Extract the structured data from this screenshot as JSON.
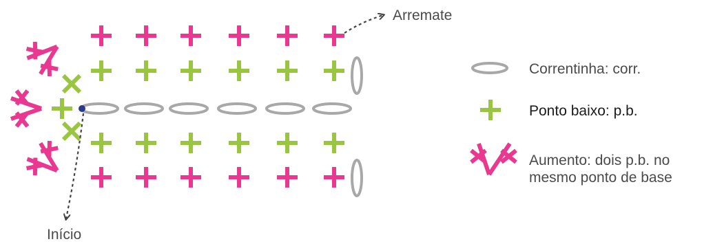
{
  "labels": {
    "finish": "Arremate",
    "start": "Início"
  },
  "legend": {
    "chain": "Correntinha: corr.",
    "single_crochet": "Ponto baixo: p.b.",
    "increase_line1": "Aumento: dois p.b. no",
    "increase_line2": "mesmo ponto de base"
  },
  "colors": {
    "pink": "#e8388f",
    "green": "#9ac540",
    "chain_gray": "#a8a8a8",
    "arrow": "#444444",
    "start_dot": "#2d3a8c"
  },
  "icons": {
    "single_crochet": "plus-stitch-icon",
    "chain": "oval-chain-icon",
    "increase": "v-increase-icon"
  },
  "stitch_rows": [
    {
      "name": "row-top-outer",
      "stitch": "single_crochet",
      "color": "pink",
      "count": 6
    },
    {
      "name": "row-top-inner",
      "stitch": "single_crochet",
      "color": "green",
      "count": 6
    },
    {
      "name": "row-foundation-chain",
      "stitch": "chain",
      "color": "chain_gray",
      "count": 6
    },
    {
      "name": "row-bottom-inner",
      "stitch": "single_crochet",
      "color": "green",
      "count": 6
    },
    {
      "name": "row-bottom-outer",
      "stitch": "single_crochet",
      "color": "pink",
      "count": 6
    }
  ]
}
